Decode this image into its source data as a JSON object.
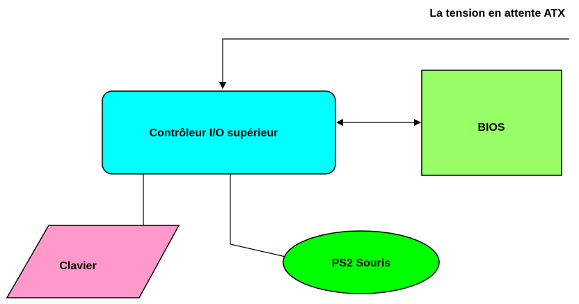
{
  "diagram": {
    "supply_label": "La tension en attente ATX",
    "nodes": {
      "controller": {
        "label": "Contrôleur I/O supérieur",
        "color": "#00ffff"
      },
      "bios": {
        "label": "BIOS",
        "color": "#99ff66"
      },
      "keyboard": {
        "label": "Clavier",
        "color": "#ff99cc"
      },
      "mouse": {
        "label": "PS2 Souris",
        "color": "#00ff00"
      }
    },
    "edges": [
      {
        "from": "supply_label",
        "to": "controller",
        "arrow": "end"
      },
      {
        "from": "controller",
        "to": "bios",
        "arrow": "both"
      },
      {
        "from": "controller",
        "to": "keyboard",
        "arrow": "none"
      },
      {
        "from": "controller",
        "to": "mouse",
        "arrow": "none"
      }
    ]
  }
}
